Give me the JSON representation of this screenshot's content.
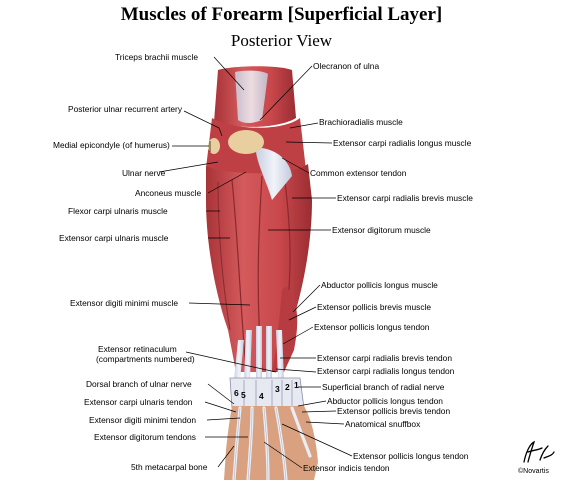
{
  "title": "Muscles of Forearm [Superficial Layer]",
  "subtitle": "Posterior View",
  "labels": {
    "triceps": "Triceps brachii muscle",
    "olecranon": "Olecranon of ulna",
    "post_ulnar_artery": "Posterior ulnar recurrent artery",
    "brachioradialis": "Brachioradialis muscle",
    "ecrl_muscle": "Extensor carpi radialis longus muscle",
    "medial_epicondyle": "Medial epicondyle (of humerus)",
    "ulnar_nerve": "Ulnar nerve",
    "common_ext_tendon": "Common extensor tendon",
    "anconeus": "Anconeus muscle",
    "ecrb_muscle": "Extensor carpi radialis brevis  muscle",
    "fcu": "Flexor carpi ulnaris muscle",
    "ed_muscle": "Extensor digitorum muscle",
    "ecu_muscle": "Extensor carpi ulnaris muscle",
    "apl_muscle": "Abductor pollicis longus muscle",
    "edm_muscle": "Extensor digiti minimi muscle",
    "epb_muscle": "Extensor pollicis brevis  muscle",
    "epl_tendon_upper": "Extensor pollicis longus tendon",
    "retinaculum_1": "Extensor retinaculum",
    "retinaculum_2": "(compartments numbered)",
    "ecrb_tendon": "Extensor carpi radialis brevis tendon",
    "ecrl_tendon": "Extensor carpi radialis longus  tendon",
    "dorsal_ulnar_nerve": "Dorsal branch of ulnar nerve",
    "superficial_radial": "Superficial branch of radial nerve",
    "ecu_tendon": "Extensor carpi ulnaris tendon",
    "apl_tendon": "Abductor pollicis longus tendon",
    "epb_tendon": "Extensor pollicis brevis tendon",
    "edm_tendon": "Extensor digiti minimi tendon",
    "snuffbox": "Anatomical snuffbox",
    "ed_tendons": "Extensor digitorum tendons",
    "epl_tendon_lower": "Extensor pollicis longus tendon",
    "metacarpal": "5th metacarpal bone",
    "ei_tendon": "Extensor indicis tendon"
  },
  "compartments": [
    "6",
    "5",
    "4",
    "3",
    "2",
    "1"
  ],
  "copyright": "©Novartis",
  "colors": {
    "muscle": "#c9474a",
    "muscle_dark": "#9c2f33",
    "tendon": "#dfe4f0",
    "bone": "#f0d9b0",
    "leader": "#000000"
  }
}
